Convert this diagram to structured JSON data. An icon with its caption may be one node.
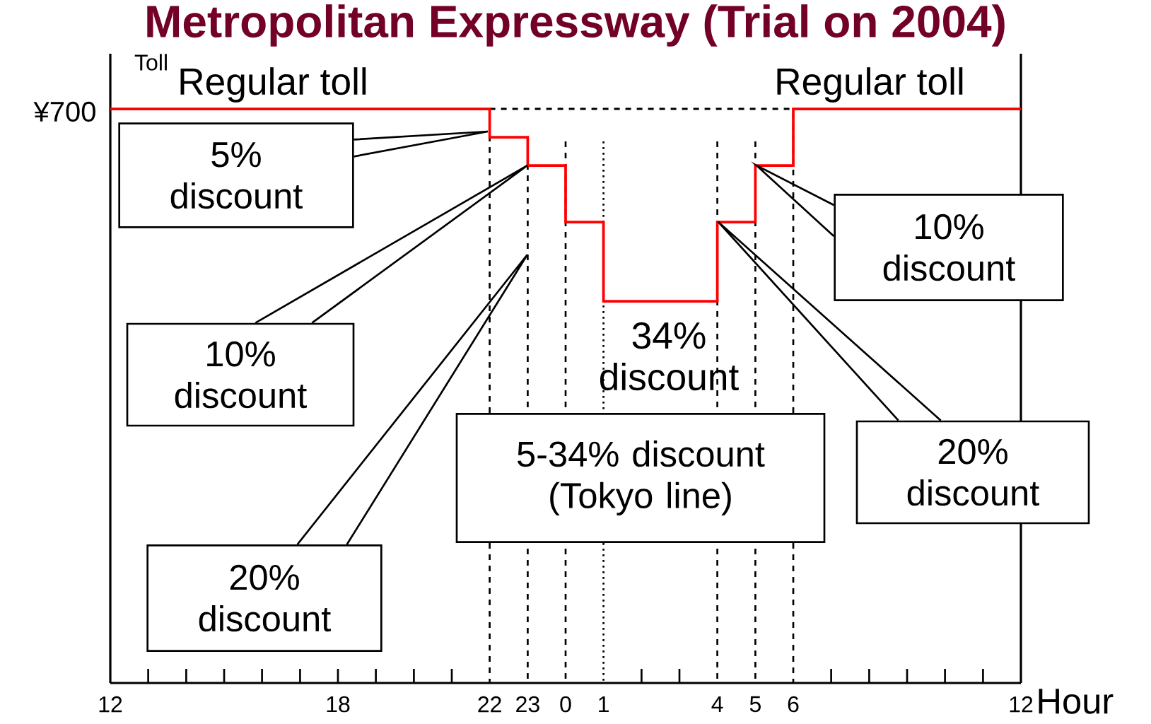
{
  "diagram": {
    "title": "Metropolitan Expressway (Trial on 2004)",
    "nodes": [
      {
        "text": [
          "5% discount"
        ]
      },
      {
        "text": [
          "10% discount"
        ]
      },
      {
        "text": [
          "20% discount"
        ]
      },
      {
        "text": [
          "5-34% discount (Tokyo line)"
        ]
      },
      {
        "text": [
          "10% discount"
        ]
      },
      {
        "text": [
          "20% discount"
        ]
      }
    ],
    "edges": [
      {
        "from": 0,
        "to": null,
        "arrow": "none"
      },
      {
        "from": 1,
        "to": null,
        "arrow": "none"
      },
      {
        "from": 2,
        "to": null,
        "arrow": "none"
      },
      {
        "from": 4,
        "to": null,
        "arrow": "none"
      },
      {
        "from": 5,
        "to": null,
        "arrow": "none"
      }
    ],
    "labels": [
      "Toll",
      "Regular toll",
      "Regular toll",
      "¥700",
      "34% discount",
      "12",
      "18",
      "22",
      "23",
      "0",
      "1",
      "4",
      "5",
      "6",
      "12",
      "Hour"
    ]
  }
}
